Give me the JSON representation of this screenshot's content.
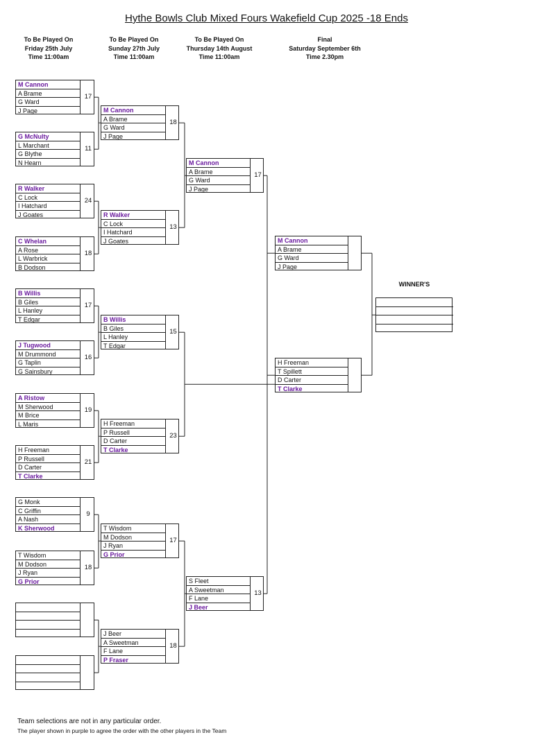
{
  "title": "Hythe Bowls Club Mixed Fours Wakefield Cup 2025 -18 Ends",
  "rounds": [
    {
      "line1": "To Be Played On",
      "line2": "Friday 25th July",
      "line3": "Time 11:00am"
    },
    {
      "line1": "To Be Played On",
      "line2": "Sunday 27th July",
      "line3": "Time 11:00am"
    },
    {
      "line1": "To Be Played On",
      "line2": "Thursday 14th August",
      "line3": "Time 11:00am"
    },
    {
      "line1": "Final",
      "line2": "Saturday September 6th",
      "line3": "Time 2.30pm"
    }
  ],
  "round1": [
    {
      "players": [
        "M Cannon",
        "A Brame",
        "G Ward",
        "J Page"
      ],
      "captain": 0,
      "score": "17"
    },
    {
      "players": [
        "G McNulty",
        "L Marchant",
        "G Blythe",
        "N Hearn"
      ],
      "captain": 0,
      "score": "11"
    },
    {
      "players": [
        "R Walker",
        "C Lock",
        "I Hatchard",
        "J Goates"
      ],
      "captain": 0,
      "score": "24"
    },
    {
      "players": [
        "C Whelan",
        "A Rose",
        "L Warbrick",
        "B Dodson"
      ],
      "captain": 0,
      "score": "18"
    },
    {
      "players": [
        "B Willis",
        "B Giles",
        "L Hanley",
        "T Edgar"
      ],
      "captain": 0,
      "score": "17"
    },
    {
      "players": [
        "J Tugwood",
        "M Drummond",
        "G Taplin",
        "G Sainsbury"
      ],
      "captain": 0,
      "score": "16"
    },
    {
      "players": [
        "A Ristow",
        "M Sherwood",
        "M Brice",
        "L Maris"
      ],
      "captain": 0,
      "score": "19"
    },
    {
      "players": [
        "H Freeman",
        "P Russell",
        "D Carter",
        "T Clarke"
      ],
      "captain": 3,
      "score": "21"
    },
    {
      "players": [
        "G Monk",
        "C Griffin",
        "A Nash",
        "K Sherwood"
      ],
      "captain": 3,
      "score": "9"
    },
    {
      "players": [
        "T Wisdom",
        "M Dodson",
        "J Ryan",
        "G Prior"
      ],
      "captain": 3,
      "score": "18"
    },
    {
      "players": [
        "",
        "",
        "",
        ""
      ],
      "captain": -1,
      "score": ""
    },
    {
      "players": [
        "",
        "",
        "",
        ""
      ],
      "captain": -1,
      "score": ""
    }
  ],
  "round2": [
    {
      "players": [
        "M Cannon",
        "A Brame",
        "G Ward",
        "J Page"
      ],
      "captain": 0,
      "score": "18"
    },
    {
      "players": [
        "R Walker",
        "C Lock",
        "I Hatchard",
        "J Goates"
      ],
      "captain": 0,
      "score": "13"
    },
    {
      "players": [
        "B Willis",
        "B Giles",
        "L Hanley",
        "T Edgar"
      ],
      "captain": 0,
      "score": "15"
    },
    {
      "players": [
        "H Freeman",
        "P Russell",
        "D Carter",
        "T Clarke"
      ],
      "captain": 3,
      "score": "23"
    },
    {
      "players": [
        "T Wisdom",
        "M Dodson",
        "J Ryan",
        "G Prior"
      ],
      "captain": 3,
      "score": "17"
    },
    {
      "players": [
        "J Beer",
        "A Sweetman",
        "F Lane",
        "P Fraser"
      ],
      "captain": 3,
      "score": "18"
    }
  ],
  "round3": [
    {
      "players": [
        "M Cannon",
        "A Brame",
        "G Ward",
        "J Page"
      ],
      "captain": 0,
      "score": "17"
    },
    {
      "players": [
        "S Fleet",
        "A Sweetman",
        "F Lane",
        "J Beer"
      ],
      "captain": 3,
      "score": "13"
    }
  ],
  "final": [
    {
      "players": [
        "M Cannon",
        "A Brame",
        "G Ward",
        "J Page"
      ],
      "captain": 0,
      "score": ""
    },
    {
      "players": [
        "H Freeman",
        "T Spillett",
        "D Carter",
        "T Clarke"
      ],
      "captain": 3,
      "score": ""
    }
  ],
  "winner_label": "WINNER'S",
  "winner": {
    "players": [
      "",
      "",
      "",
      ""
    ],
    "captain": -1
  },
  "footer": {
    "line1": "Team selections are not in any particular order.",
    "line2": "The player shown in purple to agree the order with the other players in the Team"
  },
  "colors": {
    "captain": "#6a1a9e",
    "lines": "#222222"
  }
}
